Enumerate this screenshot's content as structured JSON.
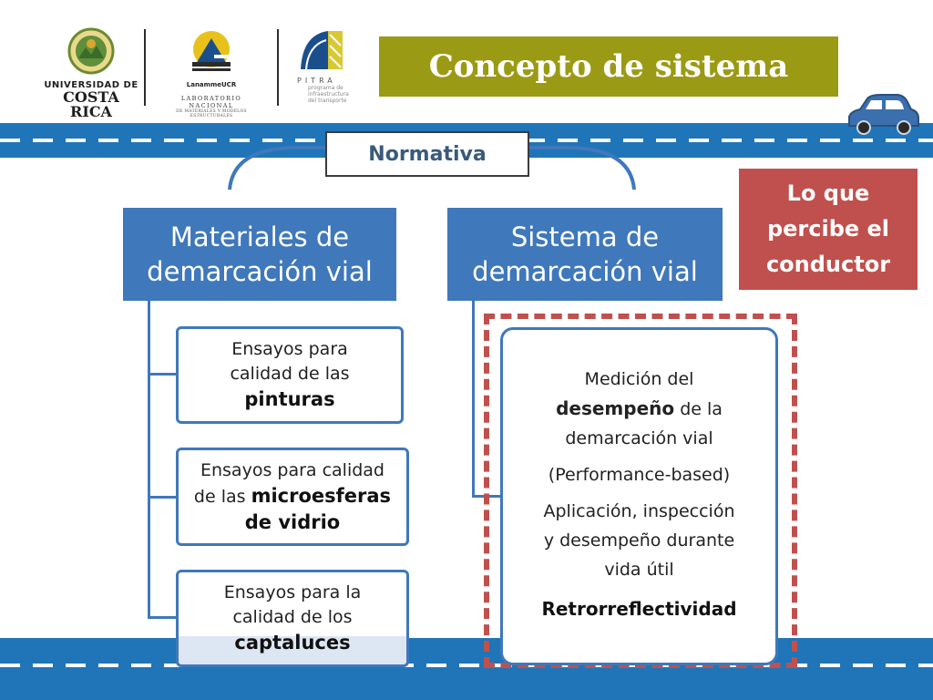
{
  "header": {
    "ucr": {
      "line1": "UNIVERSIDAD DE",
      "line2": "COSTA RICA"
    },
    "lanamme": {
      "name": "LanammeUCR",
      "lab": "LABORATORIO NACIONAL",
      "sub": "DE MATERIALES Y MODELOS ESTRUCTURALES"
    },
    "pitra": {
      "name": "PITRA",
      "sub1": "programa de",
      "sub2": "infraestructura",
      "sub3": "del transporte"
    },
    "title": "Concepto de sistema"
  },
  "normativa_label": "Normativa",
  "materiales": {
    "header_line1": "Materiales de",
    "header_line2": "demarcación vial",
    "items": [
      {
        "line1": "Ensayos para",
        "line2": "calidad de las",
        "bold": "pinturas"
      },
      {
        "line1": "Ensayos para calidad",
        "line2": "de las",
        "bold_inline": "microesferas",
        "bold": "de vidrio"
      },
      {
        "line1": "Ensayos para la",
        "line2": "calidad de los",
        "bold": "captaluces"
      }
    ]
  },
  "sistema": {
    "header_line1": "Sistema de",
    "header_line2": "demarcación vial",
    "detail": {
      "line1": "Medición del",
      "bold_word": "desempeño",
      "line2_rest": "de la",
      "line3": "demarcación vial",
      "line4": "(Performance-based)",
      "line5": "Aplicación, inspección",
      "line6": "y desempeño durante",
      "line7": "vida útil",
      "final": "Retrorreflectividad"
    }
  },
  "driver_box": {
    "line1": "Lo que",
    "line2": "percibe el",
    "line3": "conductor"
  },
  "colors": {
    "title_bg": "#9b9a14",
    "accent_blue": "#3f78bb",
    "road_blue": "#1f75b7",
    "red": "#c0504d"
  }
}
